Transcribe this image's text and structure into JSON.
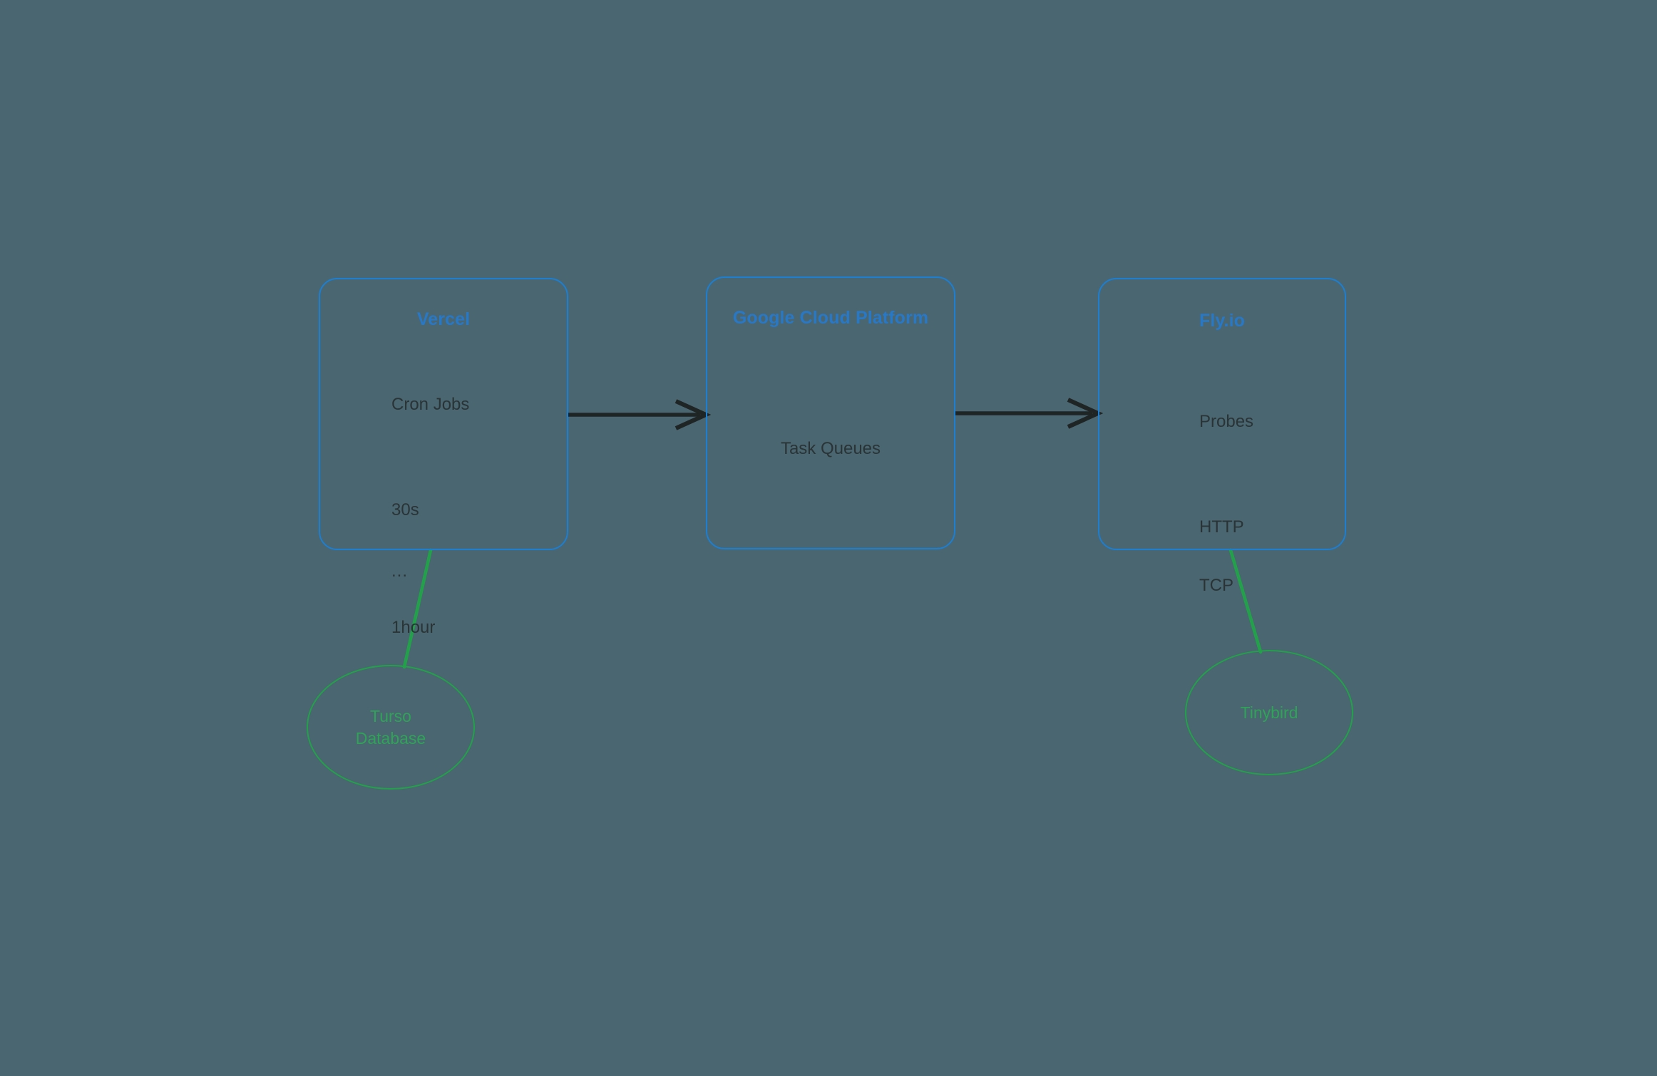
{
  "diagram": {
    "background_color": "#4a6670",
    "box_border_color": "#1b7fd4",
    "box_title_color": "#2878c8",
    "body_text_color": "#2a3436",
    "ellipse_color": "#22a14a",
    "ellipse_text_color": "#2fa357",
    "arrow_color": "#1f2425"
  },
  "nodes": {
    "vercel": {
      "title": "Vercel",
      "body": {
        "heading": "Cron Jobs",
        "first": "30s",
        "ellipsis": "...",
        "last": "1hour"
      }
    },
    "gcp": {
      "title": "Google Cloud Platform",
      "body": {
        "label": "Task Queues"
      }
    },
    "flyio": {
      "title": "Fly.io",
      "body": {
        "heading": "Probes",
        "protocol_one": "HTTP",
        "protocol_two": "TCP"
      }
    },
    "turso": {
      "label": "Turso\nDatabase"
    },
    "tinybird": {
      "label": "Tinybird"
    }
  }
}
